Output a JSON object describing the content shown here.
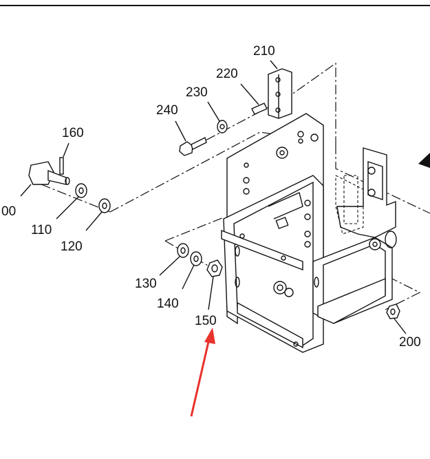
{
  "callouts": [
    {
      "id": "00",
      "text": "00"
    },
    {
      "id": "110",
      "text": "110"
    },
    {
      "id": "120",
      "text": "120"
    },
    {
      "id": "130",
      "text": "130"
    },
    {
      "id": "140",
      "text": "140"
    },
    {
      "id": "150",
      "text": "150"
    },
    {
      "id": "160",
      "text": "160"
    },
    {
      "id": "200",
      "text": "200"
    },
    {
      "id": "210",
      "text": "210"
    },
    {
      "id": "220",
      "text": "220"
    },
    {
      "id": "230",
      "text": "230"
    },
    {
      "id": "240",
      "text": "240"
    }
  ],
  "highlight": {
    "target": "150",
    "color": "#e8322c"
  },
  "line_color": "#111111"
}
